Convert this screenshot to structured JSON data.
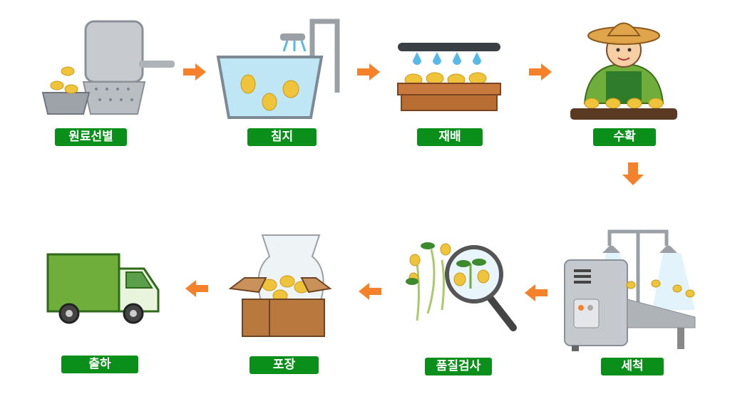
{
  "title": "콩나물 생산 공정",
  "steps": [
    {
      "label": "원료선별",
      "icon": "sieve-sorting-icon"
    },
    {
      "label": "침지",
      "icon": "soaking-tub-icon"
    },
    {
      "label": "재배",
      "icon": "sprinkler-cultivation-icon"
    },
    {
      "label": "수확",
      "icon": "farmer-harvest-icon"
    },
    {
      "label": "세척",
      "icon": "washing-machine-icon"
    },
    {
      "label": "품질검사",
      "icon": "magnifier-inspection-icon"
    },
    {
      "label": "포장",
      "icon": "box-packaging-icon"
    },
    {
      "label": "출하",
      "icon": "delivery-truck-icon"
    }
  ],
  "colors": {
    "label_bg": "#0a8f1a",
    "arrow": "#f5822a",
    "bean": "#f0c43a"
  }
}
